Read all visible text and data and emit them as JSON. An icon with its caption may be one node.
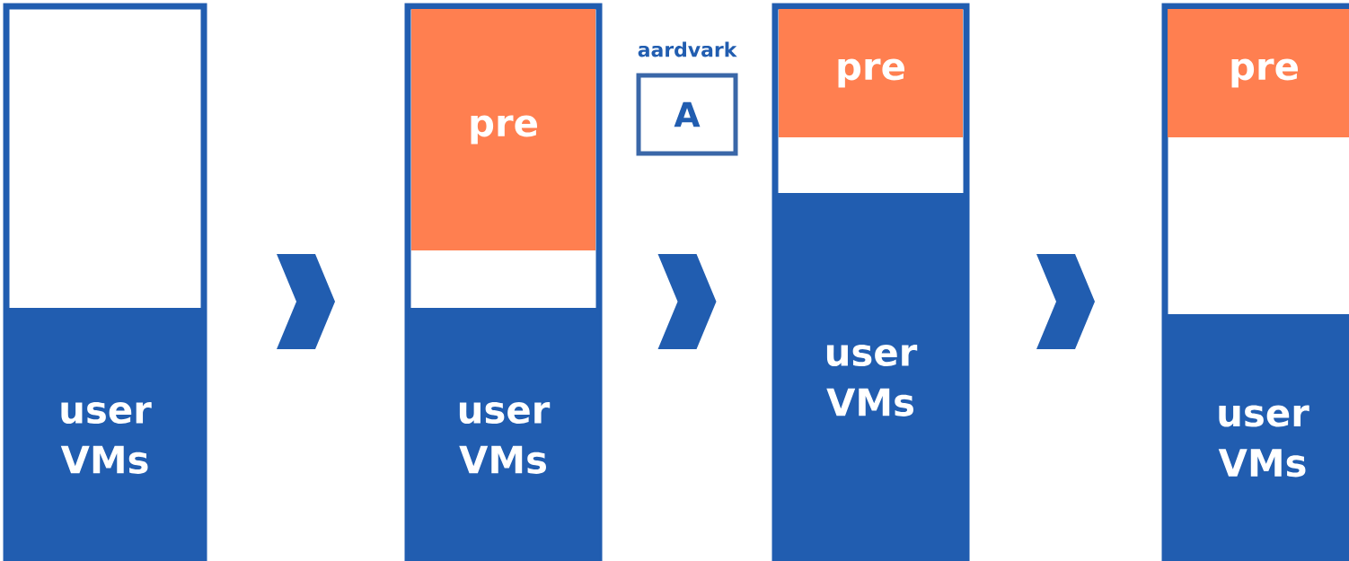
{
  "diagram": {
    "nodes": [
      {
        "text": [],
        "shape": "box"
      },
      {
        "text": [
          "user VMs"
        ],
        "in": 0
      },
      {
        "text": [],
        "shape": "box"
      },
      {
        "text": [
          "pre"
        ],
        "in": 2
      },
      {
        "text": [
          "user VMs"
        ],
        "in": 2
      },
      {
        "text": [
          "aardvark",
          "A"
        ]
      },
      {
        "text": [],
        "shape": "box"
      },
      {
        "text": [
          "pre"
        ],
        "in": 6
      },
      {
        "text": [
          "user VMs"
        ],
        "in": 6
      },
      {
        "text": [],
        "shape": "box"
      },
      {
        "text": [
          "pre"
        ],
        "in": 9
      },
      {
        "text": [
          "user VMs"
        ],
        "in": 9
      }
    ],
    "edges": [
      {
        "from": 0,
        "to": 2,
        "arrow": "to"
      },
      {
        "from": 2,
        "to": 6,
        "arrow": "to"
      },
      {
        "from": 6,
        "to": 9,
        "arrow": "to"
      }
    ]
  }
}
